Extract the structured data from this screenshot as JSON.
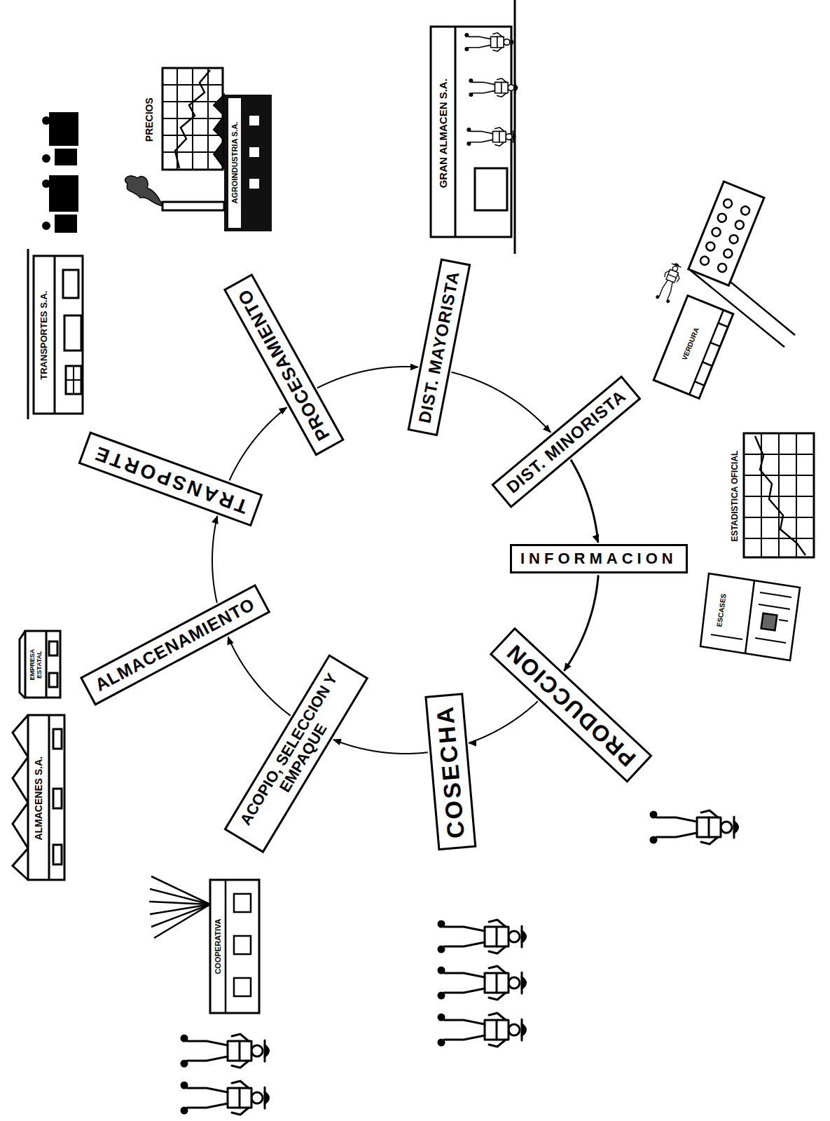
{
  "diagram": {
    "nodes": [
      {
        "text": [
          "PRODUCCION"
        ]
      },
      {
        "text": [
          "COSECHA"
        ]
      },
      {
        "text": [
          "ACOPIO, SELECCION Y EMPAQUE"
        ]
      },
      {
        "text": [
          "ALMACENAMIENTO"
        ]
      },
      {
        "text": [
          "TRANSPORTE"
        ]
      },
      {
        "text": [
          "PROCESAMIENTO"
        ]
      },
      {
        "text": [
          "DIST. MAYORISTA"
        ]
      },
      {
        "text": [
          "DIST. MINORISTA"
        ]
      },
      {
        "text": [
          "INFORMACION"
        ]
      }
    ],
    "edges": [
      {
        "from": 0,
        "to": 1,
        "arrow": "to"
      },
      {
        "from": 1,
        "to": 2,
        "arrow": "to"
      },
      {
        "from": 2,
        "to": 3,
        "arrow": "to"
      },
      {
        "from": 3,
        "to": 4,
        "arrow": "to"
      },
      {
        "from": 4,
        "to": 5,
        "arrow": "to"
      },
      {
        "from": 5,
        "to": 6,
        "arrow": "to"
      },
      {
        "from": 6,
        "to": 7,
        "arrow": "to"
      },
      {
        "from": 7,
        "to": 8,
        "arrow": "to"
      },
      {
        "from": 8,
        "to": 0,
        "arrow": "to"
      }
    ],
    "labels": [
      "TRANSPORTES S.A.",
      "PRECIOS",
      "AGROINDUSTRIA S.A.",
      "GRAN ALMACEN S.A.",
      "VERDURA",
      "ESTADISTICA OFICIAL",
      "ESCASES",
      "COOPERATIVA",
      "ALMACENES S.A.",
      "EMPRESA ESTATAL"
    ]
  }
}
